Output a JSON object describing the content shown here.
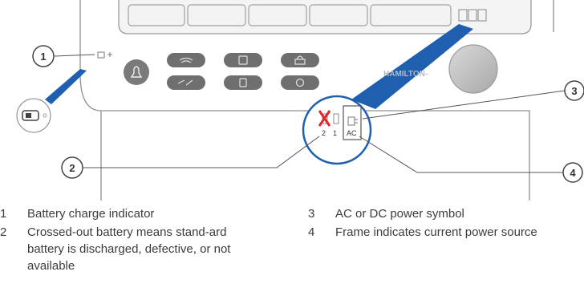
{
  "device": {
    "brand_text": "HAMILTON-",
    "power_panel": {
      "battery_labels": [
        "2",
        "1"
      ],
      "power_label": "AC"
    }
  },
  "callouts": [
    "1",
    "2",
    "3",
    "4"
  ],
  "legend": {
    "left": [
      {
        "num": "1",
        "text": "Battery charge indicator"
      },
      {
        "num": "2",
        "text": "Crossed-out battery means stand-ard battery is discharged, defective, or not available"
      }
    ],
    "right": [
      {
        "num": "3",
        "text": "AC or DC power symbol"
      },
      {
        "num": "4",
        "text": "Frame indicates current power source"
      }
    ]
  },
  "colors": {
    "accent_blue": "#1f5fb0",
    "panel_gray": "#dcdcdc",
    "button_gray": "#7a7a7a",
    "cross_red": "#e1262c"
  }
}
